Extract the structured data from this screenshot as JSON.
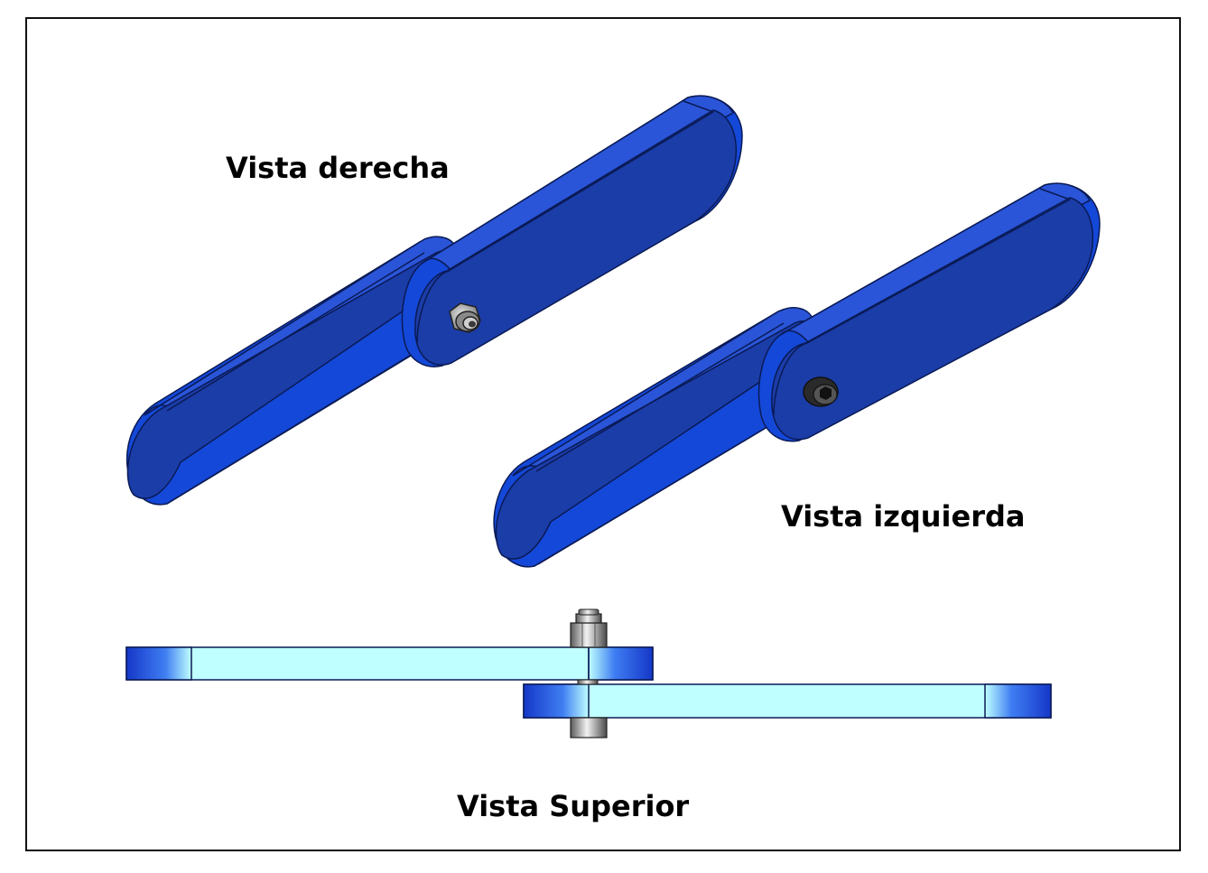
{
  "labels": {
    "right_view": "Vista derecha",
    "left_view": "Vista izquierda",
    "top_view": "Vista Superior"
  },
  "colors": {
    "link_top_face": "#1b3da8",
    "link_side": "#1448d8",
    "link_edge": "#0a1a55",
    "top_view_fill": "#bfffff",
    "bolt_steel": "#a8a8a8",
    "background": "#ffffff",
    "frame": "#111111"
  },
  "icons": [
    "hex-nut-icon",
    "socket-bolt-head-icon"
  ]
}
